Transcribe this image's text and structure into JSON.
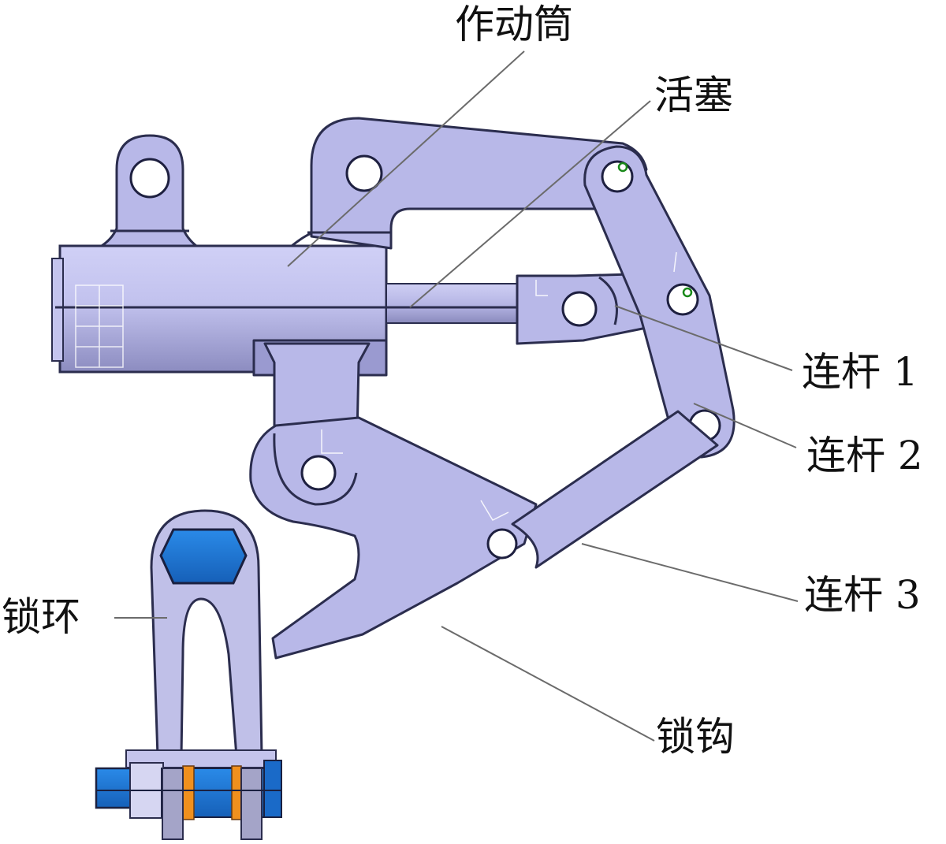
{
  "figure": {
    "type": "mechanical-assembly-diagram",
    "subject": "uplock hook mechanism",
    "colors": {
      "part_fill": "#b8b8e8",
      "part_fill_light": "#c9c9f0",
      "part_fill_dark": "#8e8ec4",
      "outline": "#2b2d4e",
      "bolt_blue": "#1e78d8",
      "washer_orange": "#f0901e",
      "leader_line": "#6b6b6b",
      "pivot_marker_green": "#1a8a1a",
      "background": "#ffffff"
    }
  },
  "labels": {
    "actuator_cylinder": "作动筒",
    "piston": "活塞",
    "link_1": "连杆 1",
    "link_2": "连杆 2",
    "link_3": "连杆 3",
    "lock_hook": "锁钩",
    "lock_ring": "锁环"
  }
}
